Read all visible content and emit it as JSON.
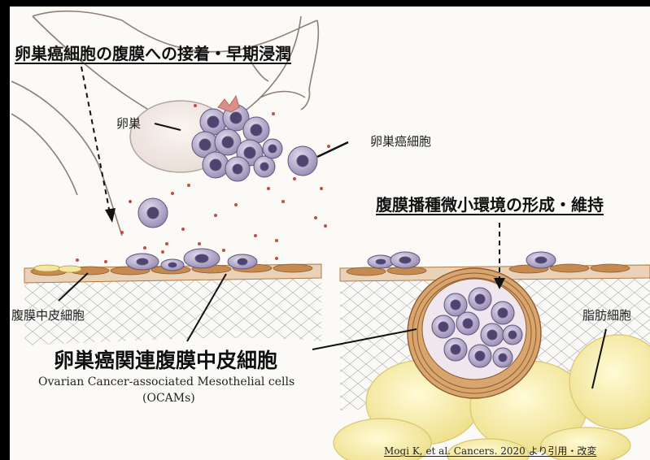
{
  "headings": {
    "attachment": "卵巣癌細胞の腹膜への接着・早期浸潤",
    "microenvironment": "腹膜播種微小環境の形成・維持"
  },
  "labels": {
    "ovary": "卵巣",
    "ovarian_cancer_cell": "卵巣癌細胞",
    "peritoneal_mesothelial_cell": "腹膜中皮細胞",
    "adipocyte": "脂肪細胞",
    "ocam_jp": "卵巣癌関連腹膜中皮細胞",
    "ocam_en_line1": "Ovarian Cancer-associated Mesothelial cells",
    "ocam_en_line2": "(OCAMs)"
  },
  "citation": "Mogi K, et al. Cancers. 2020 より引用・改変",
  "colors": {
    "background": "#fbfaf7",
    "cancer_cell": "#8e7fa6",
    "nucleus": "#4d4470",
    "mesothelial": "#b4773e",
    "tissue_mesh": "#c9c9cf",
    "adipocyte": "#f3e9a6",
    "spot": "#c94a43"
  }
}
